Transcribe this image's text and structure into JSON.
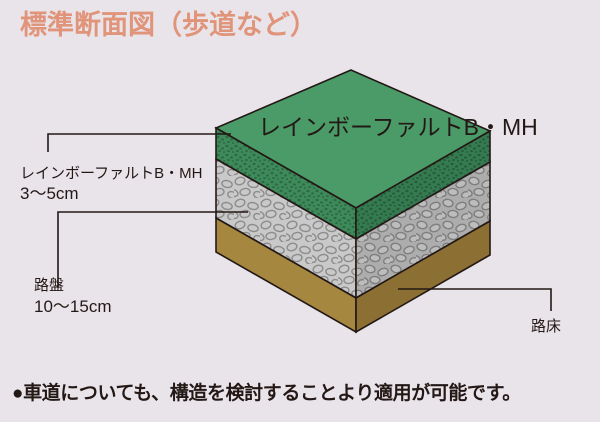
{
  "page": {
    "background_color": "#E9E4EA",
    "title": "標準断面図（歩道など）",
    "title_color": "#E0947A",
    "footnote": "●車道についても、構造を検討することより適用が可能です。"
  },
  "diagram": {
    "name": "pavement-cross-section-3d-block",
    "top_face_label": "レインボーファルトB・MH",
    "layers": [
      {
        "id": "surface",
        "label": "レインボーファルトB・MH",
        "thickness": "3〜5cm",
        "top_color": "#4A9B68",
        "front_color": "#3E8A5B",
        "side_color": "#357A50",
        "texture": "speckled"
      },
      {
        "id": "roadbed",
        "label": "路盤",
        "thickness": "10〜15cm",
        "front_color": "#C9C9C9",
        "side_color": "#ADADAD",
        "texture": "gravel-pebbles"
      },
      {
        "id": "subgrade",
        "label": "路床",
        "thickness": "",
        "front_color": "#A5873F",
        "side_color": "#8C6F33",
        "texture": "solid"
      }
    ],
    "callouts": [
      {
        "id": "callout-surface",
        "line1": "レインボーファルトB・MH",
        "line2": "3〜5cm",
        "target_layer": "surface"
      },
      {
        "id": "callout-roadbed",
        "line1": "路盤",
        "line2": "10〜15cm",
        "target_layer": "roadbed"
      },
      {
        "id": "callout-subgrade",
        "line1": "路床",
        "line2": "",
        "target_layer": "subgrade"
      }
    ],
    "line_color": "#231815",
    "label_color": "#231815"
  }
}
